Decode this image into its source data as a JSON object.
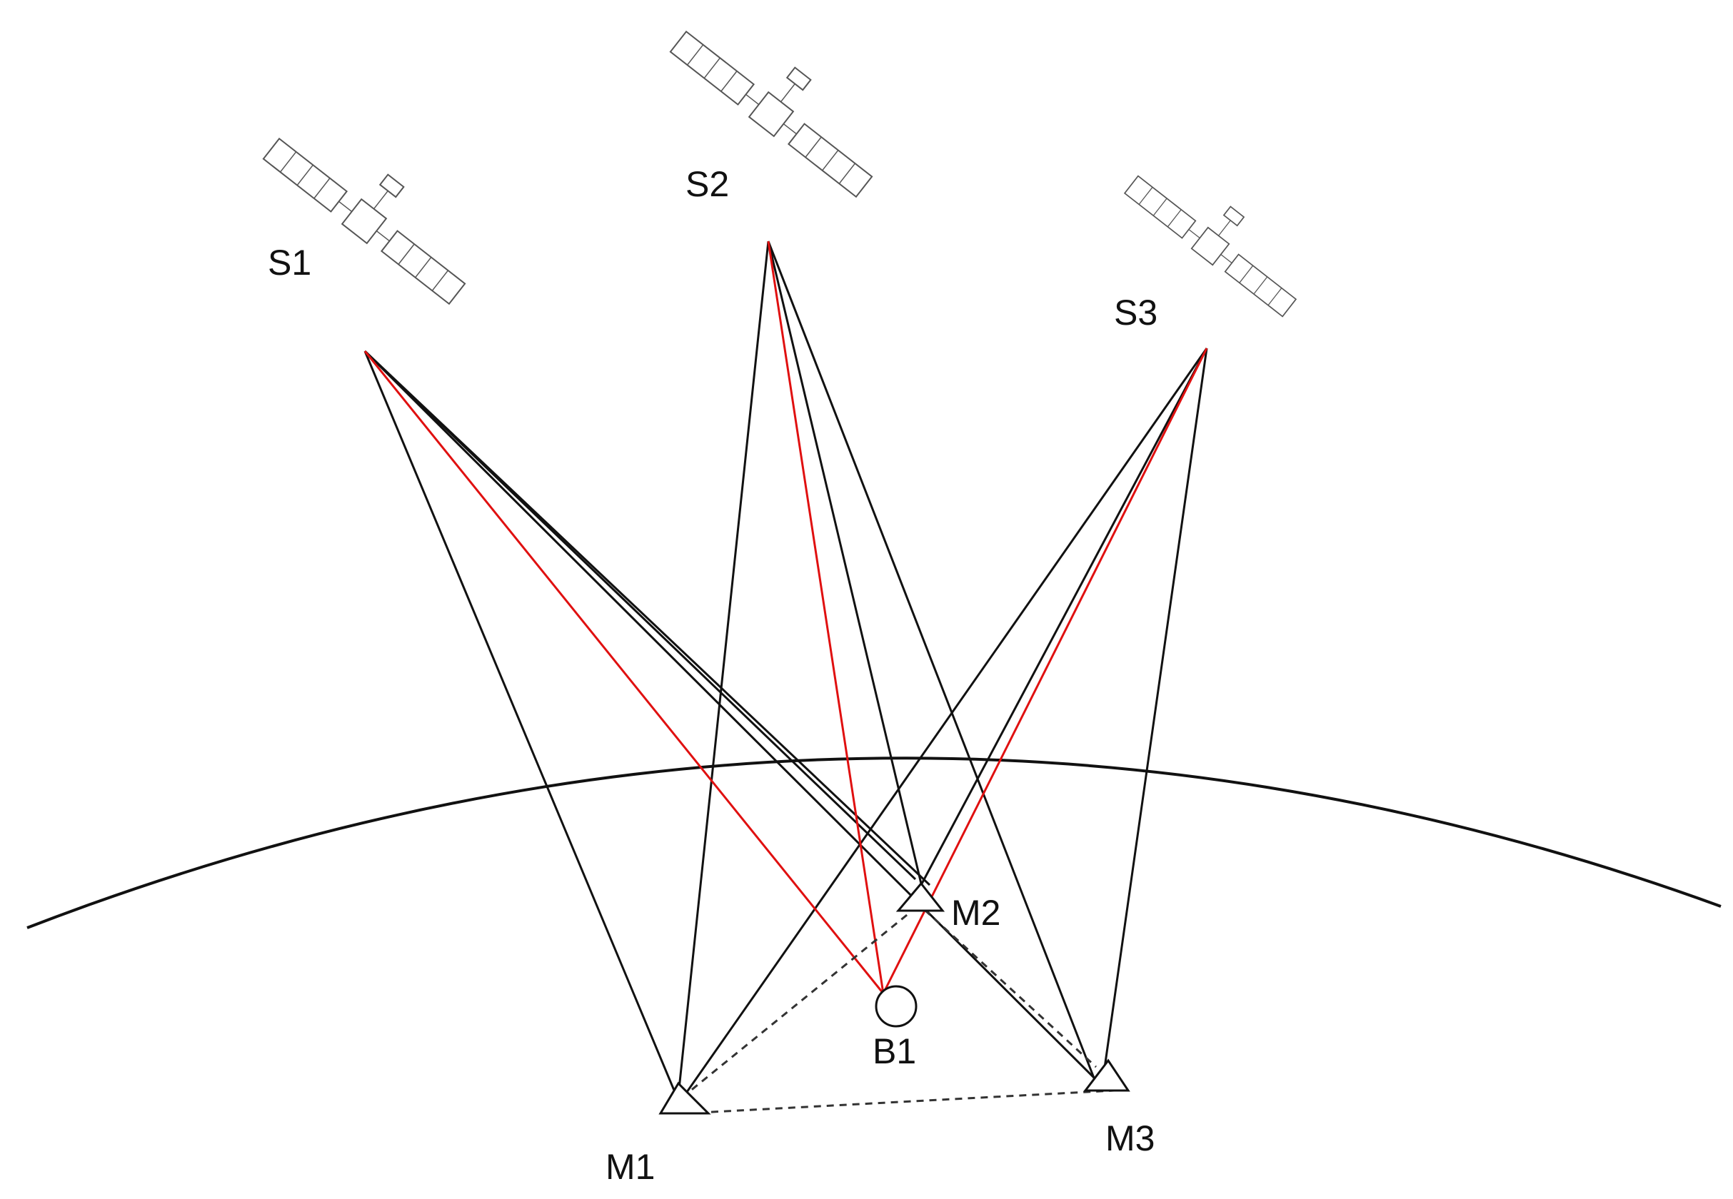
{
  "labels": {
    "s1": "S1",
    "s2": "S2",
    "s3": "S3",
    "m1": "M1",
    "m2": "M2",
    "m3": "M3",
    "b1": "B1"
  },
  "colors": {
    "link_line": "#111111",
    "base_link_line": "#e01010",
    "baseline_dashed": "#333333",
    "earth_curve": "#111111"
  },
  "icons": {
    "satellite": "satellite-icon",
    "monitor_station": "triangle-station-icon",
    "base_station": "circle-station-icon"
  }
}
